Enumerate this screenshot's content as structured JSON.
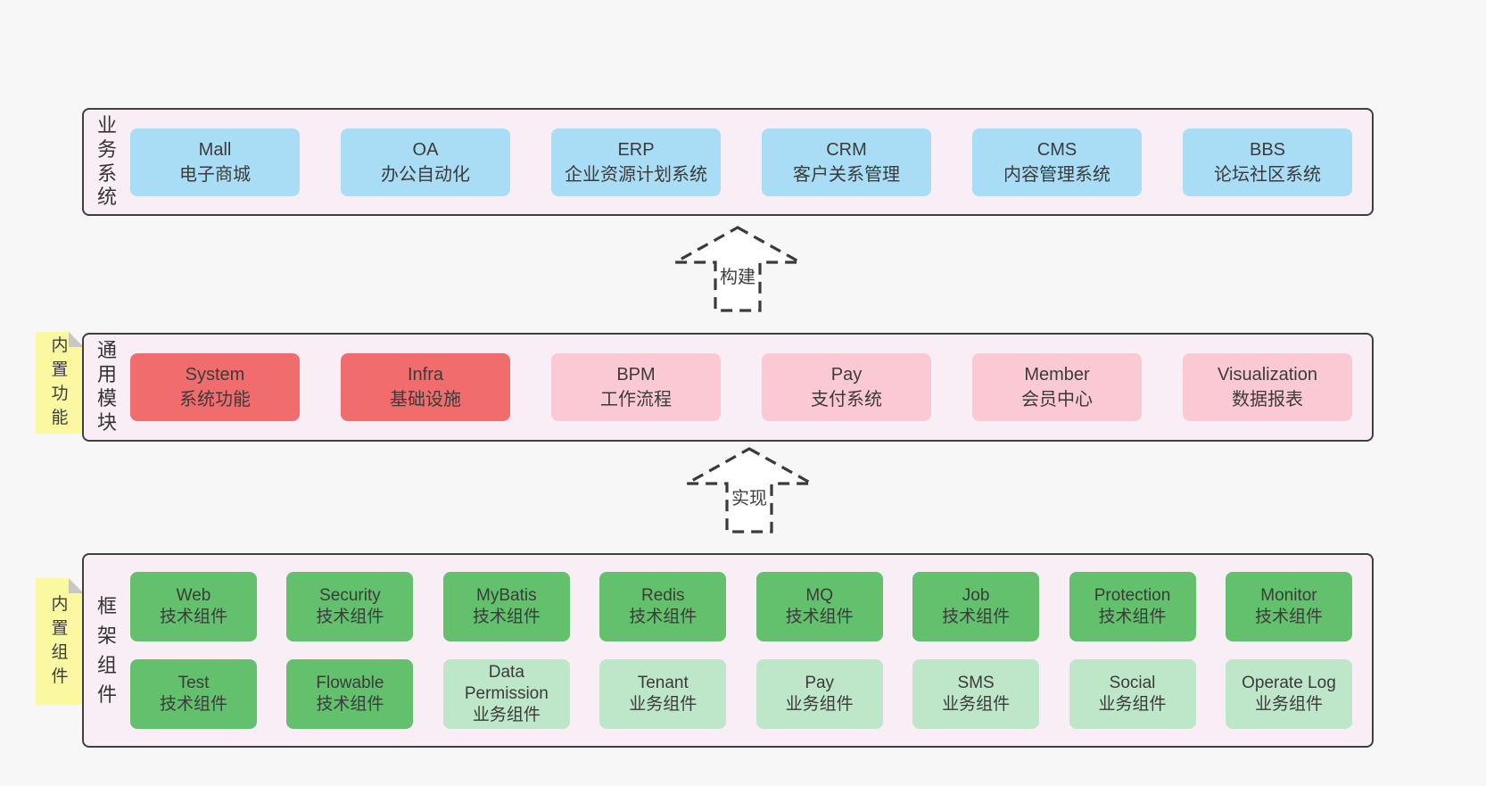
{
  "diagram": {
    "arrows": [
      {
        "label": "构建"
      },
      {
        "label": "实现"
      }
    ],
    "bands": [
      {
        "side_label": "业务系统",
        "rows": [
          [
            {
              "name": "Mall",
              "desc": "电子商城"
            },
            {
              "name": "OA",
              "desc": "办公自动化"
            },
            {
              "name": "ERP",
              "desc": "企业资源计划系统"
            },
            {
              "name": "CRM",
              "desc": "客户关系管理"
            },
            {
              "name": "CMS",
              "desc": "内容管理系统"
            },
            {
              "name": "BBS",
              "desc": "论坛社区系统"
            }
          ]
        ]
      },
      {
        "side_label": "通用模块",
        "sticky": "内置功能",
        "rows": [
          [
            {
              "name": "System",
              "desc": "系统功能"
            },
            {
              "name": "Infra",
              "desc": "基础设施"
            },
            {
              "name": "BPM",
              "desc": "工作流程"
            },
            {
              "name": "Pay",
              "desc": "支付系统"
            },
            {
              "name": "Member",
              "desc": "会员中心"
            },
            {
              "name": "Visualization",
              "desc": "数据报表"
            }
          ]
        ]
      },
      {
        "side_label": "框架组件",
        "sticky": "内置组件",
        "rows": [
          [
            {
              "name": "Web",
              "desc": "技术组件"
            },
            {
              "name": "Security",
              "desc": "技术组件"
            },
            {
              "name": "MyBatis",
              "desc": "技术组件"
            },
            {
              "name": "Redis",
              "desc": "技术组件"
            },
            {
              "name": "MQ",
              "desc": "技术组件"
            },
            {
              "name": "Job",
              "desc": "技术组件"
            },
            {
              "name": "Protection",
              "desc": "技术组件"
            },
            {
              "name": "Monitor",
              "desc": "技术组件"
            }
          ],
          [
            {
              "name": "Test",
              "desc": "技术组件"
            },
            {
              "name": "Flowable",
              "desc": "技术组件"
            },
            {
              "name": "Data Permission",
              "desc": "业务组件"
            },
            {
              "name": "Tenant",
              "desc": "业务组件"
            },
            {
              "name": "Pay",
              "desc": "业务组件"
            },
            {
              "name": "SMS",
              "desc": "业务组件"
            },
            {
              "name": "Social",
              "desc": "业务组件"
            },
            {
              "name": "Operate Log",
              "desc": "业务组件"
            }
          ]
        ]
      }
    ],
    "colors": {
      "page_bg": "#f7f7f7",
      "band_bg": "#f9edf6",
      "band_border": "#3f3f3f",
      "blue_box": "#a9dcf5",
      "red_box": "#f16c6c",
      "pink_box": "#fbc9d3",
      "green_box": "#63c06c",
      "light_green_box": "#bee6c8",
      "sticky_yellow": "#faf8a0",
      "sticky_fold": "#c7c7c7",
      "text": "#3b3b3b"
    }
  }
}
